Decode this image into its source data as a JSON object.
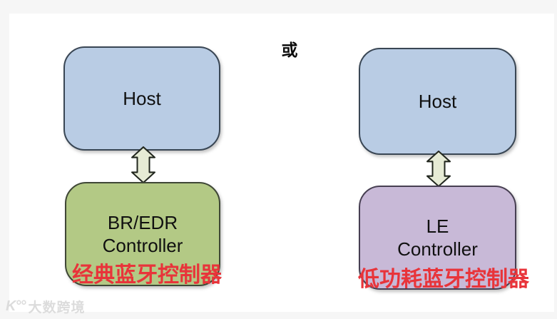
{
  "canvas": {
    "background_color": "#f6f6f6",
    "panel_background_color": "#ffffff"
  },
  "or_separator": {
    "text": "或"
  },
  "left_stack": {
    "host_box": {
      "label": "Host",
      "fill_color": "#b9cce4",
      "border_color": "#394654"
    },
    "controller_box": {
      "label_line1": "BR/EDR",
      "label_line2": "Controller",
      "fill_color": "#b3c985",
      "border_color": "#3f4736"
    },
    "annotation": {
      "text": "经典蓝牙控制器",
      "color": "#e8343a"
    }
  },
  "right_stack": {
    "host_box": {
      "label": "Host",
      "fill_color": "#b9cce4",
      "border_color": "#394654"
    },
    "controller_box": {
      "label_line1": "LE",
      "label_line2": "Controller",
      "fill_color": "#c8b9d7",
      "border_color": "#473f52"
    },
    "annotation": {
      "text": "低功耗蓝牙控制器",
      "color": "#e8343a"
    }
  },
  "connectors": {
    "type": "double-headed-vertical-arrow",
    "fill_color": "#e6ebd5",
    "stroke_color": "#22271f"
  },
  "watermark": {
    "logo_icon": "smiley-degrees-logo-icon",
    "logo_text": "K°°",
    "text": "大数跨境",
    "color": "#dcdcdc"
  }
}
